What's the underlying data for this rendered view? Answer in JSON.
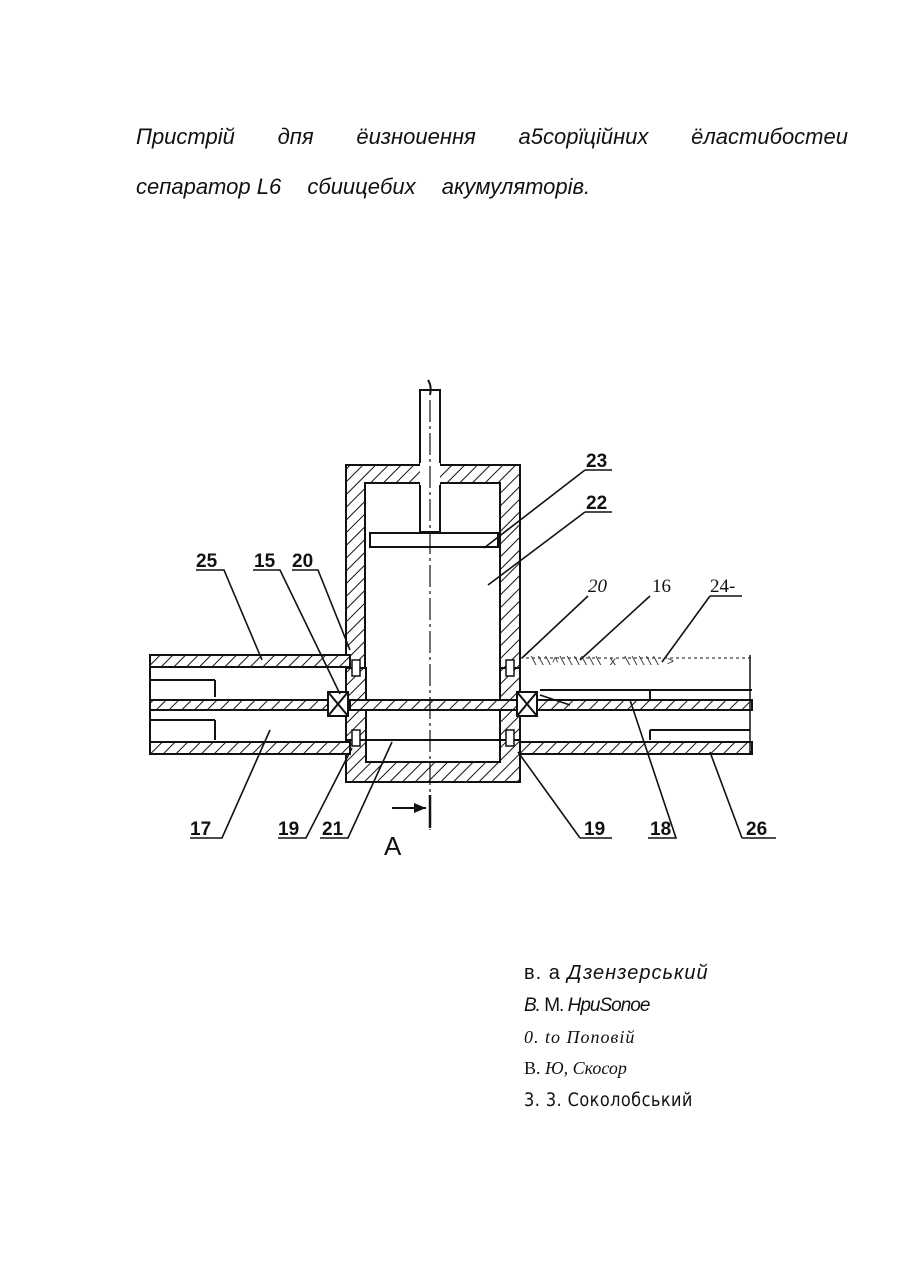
{
  "title": {
    "line1": [
      "Пристрій",
      "дпя",
      "ёизноиення",
      "а5сорїційних",
      "ёластибостеи"
    ],
    "line2": [
      "сепаратор L6",
      "сбиицебих",
      "акумуляторів."
    ]
  },
  "labels": {
    "l23": "23",
    "l22": "22",
    "l25": "25",
    "l15": "15",
    "l20a": "20",
    "l20b": "20",
    "l16": "16",
    "l24": "24-",
    "l17": "17",
    "l19a": "19",
    "l21": "21",
    "l19b": "19",
    "l18": "18",
    "l26": "26",
    "section": "А",
    "dashed_text": "\\\\\\^\\\\\\\\\\\\ x \\\\\\\\\\ >"
  },
  "authors": {
    "a0_pre": "в. а ",
    "a0_name": "Дзензерський",
    "a1_pre": "B.",
    "a1_mid": " M. ",
    "a1_name": "HpuSonoe",
    "a2": "0. to  Поповій",
    "a3_pre": "B. ",
    "a3_name": "Ю, Скосор",
    "a4": "3. 3. Соколобський"
  }
}
